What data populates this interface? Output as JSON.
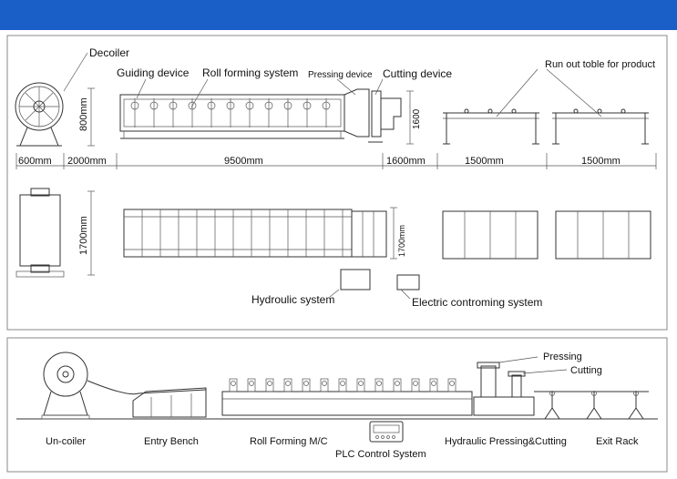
{
  "header": {
    "accent_color": "#1a5fc8"
  },
  "top_panel": {
    "callouts": {
      "decoiler": "Decoiler",
      "guiding_device": "Guiding device",
      "roll_forming_system": "Roll forming system",
      "pressing_device": "Pressing device",
      "cutting_device": "Cutting device",
      "run_out_table": "Run out toble for product"
    },
    "dimensions": {
      "decoiler_height": "800mm",
      "decoiler_width": "600mm",
      "gap_to_machine": "2000mm",
      "machine_length": "9500mm",
      "machine_height": "1600",
      "cutter_gap": "1600mm",
      "table_1": "1500mm",
      "table_2": "1500mm",
      "plan_width": "1700mm",
      "plan_machine_width": "1700mm"
    },
    "boxes": {
      "hydraulic": "Hydroulic system",
      "electric": "Electric controming system"
    }
  },
  "bottom_panel": {
    "labels": {
      "pressing": "Pressing",
      "cutting": "Cutting",
      "uncoiler": "Un-coiler",
      "entry_bench": "Entry Bench",
      "roll_forming": "Roll Forming M/C",
      "plc": "PLC Control System",
      "hydraulic_pressing_cutting": "Hydraulic Pressing&Cutting",
      "exit_rack": "Exit Rack"
    }
  }
}
